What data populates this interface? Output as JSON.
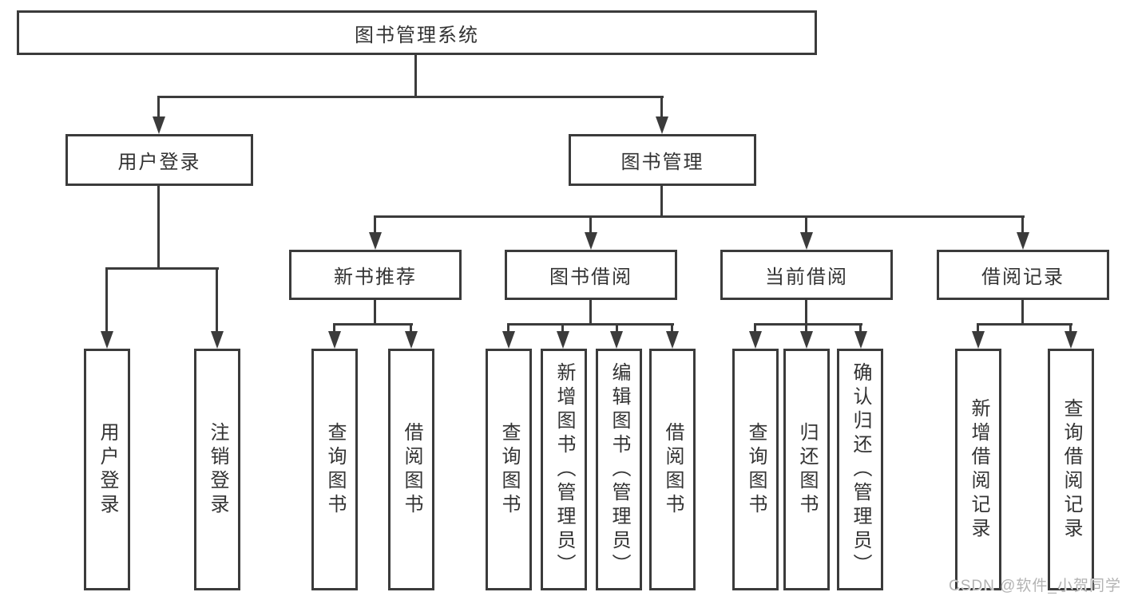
{
  "colors": {
    "line": "#3b3b3b",
    "text": "#333333",
    "background": "#ffffff",
    "watermark": "#b3b3b3"
  },
  "root": {
    "label": "图书管理系统"
  },
  "user_login": {
    "label": "用户登录",
    "children": [
      "用户登录",
      "注销登录"
    ]
  },
  "book_mgmt": {
    "label": "图书管理"
  },
  "new_book": {
    "label": "新书推荐",
    "children": [
      "查询图书",
      "借阅图书"
    ]
  },
  "book_borrow": {
    "label": "图书借阅",
    "children": [
      "查询图书",
      "新增图书（管理员）",
      "编辑图书（管理员）",
      "借阅图书"
    ]
  },
  "current_borrow": {
    "label": "当前借阅",
    "children": [
      "查询图书",
      "归还图书",
      "确认归还（管理员）"
    ]
  },
  "borrow_record": {
    "label": "借阅记录",
    "children": [
      "新增借阅记录",
      "查询借阅记录"
    ]
  },
  "watermark": {
    "text": "CSDN @软件_小贺同学"
  }
}
